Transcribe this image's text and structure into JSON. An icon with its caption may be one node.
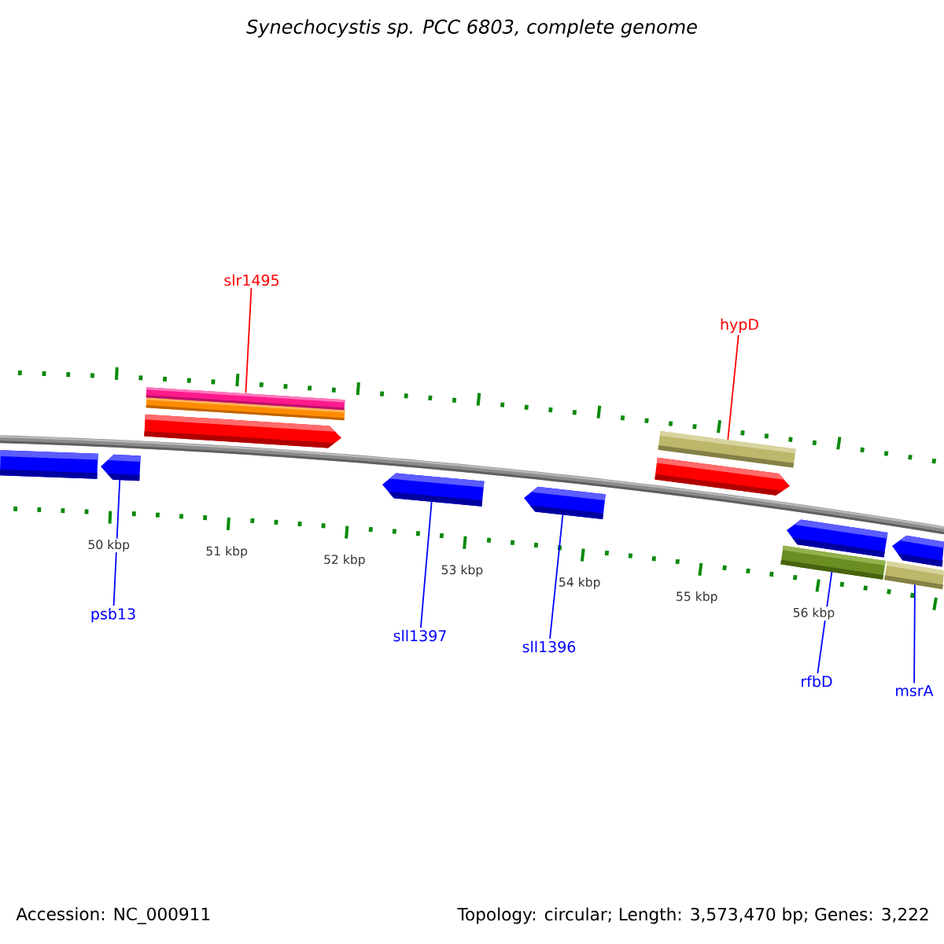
{
  "diagram": {
    "title": "Synechocystis sp. PCC 6803, complete genome",
    "nodes": [
      {
        "text": [
          "slr1495"
        ]
      },
      {
        "text": [
          "hypD"
        ]
      },
      {
        "text": [
          "psb13"
        ]
      },
      {
        "text": [
          "sll1397"
        ]
      },
      {
        "text": [
          "sll1396"
        ]
      },
      {
        "text": [
          "rfbD"
        ]
      },
      {
        "text": [
          "msrA"
        ]
      },
      {
        "text": [],
        "shape": "arrow"
      },
      {
        "text": [],
        "shape": "bar"
      },
      {
        "text": [],
        "shape": "arrow"
      },
      {
        "text": [],
        "shape": "arrow"
      },
      {
        "text": [],
        "shape": "bar"
      },
      {
        "text": [],
        "shape": "bar"
      },
      {
        "text": [],
        "shape": "bar"
      }
    ],
    "edges": [
      {
        "from": 0,
        "to": 8,
        "arrow": "none",
        "color": "#ff0000"
      },
      {
        "from": 1,
        "to": 11,
        "arrow": "none",
        "color": "#ff0000"
      },
      {
        "from": 2,
        "to": 7,
        "arrow": "none"
      },
      {
        "from": 3,
        "to": 9,
        "arrow": "none"
      },
      {
        "from": 4,
        "to": 10,
        "arrow": "none"
      },
      {
        "from": 5,
        "to": 12,
        "arrow": "none"
      },
      {
        "from": 6,
        "to": 13,
        "arrow": "none"
      }
    ],
    "labels": [
      "50 kbp",
      "51 kbp",
      "52 kbp",
      "53 kbp",
      "54 kbp",
      "55 kbp",
      "56 kbp",
      "Accession: NC_000911",
      "Topology: circular; Length: 3,573,470 bp; Genes: 3,222"
    ]
  }
}
